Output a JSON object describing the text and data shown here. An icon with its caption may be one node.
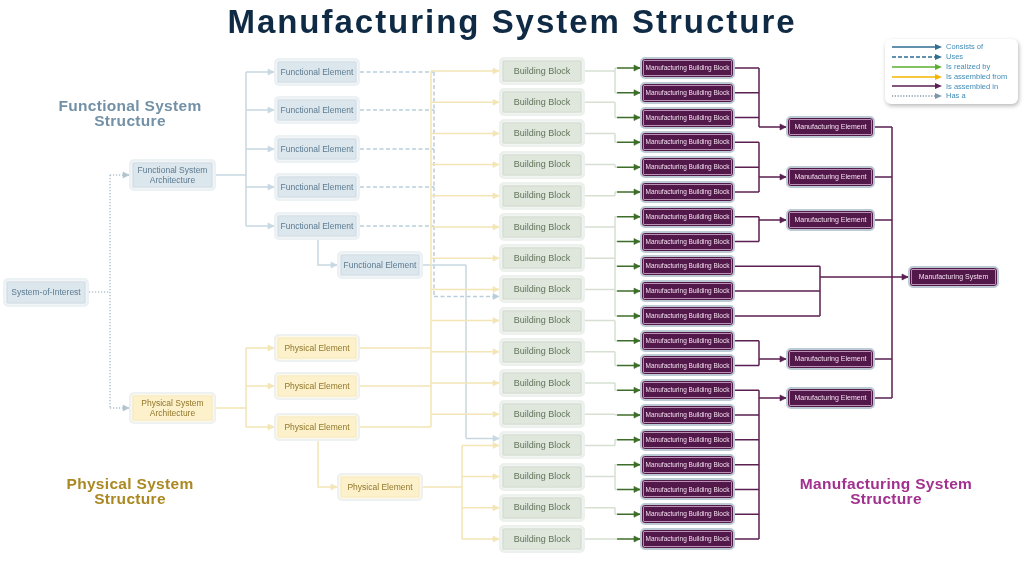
{
  "diagram": {
    "title": "Manufacturing System Structure",
    "nodes": [
      {
        "text": [
          "System-of-Interest"
        ]
      },
      {
        "text": [
          "Functional System Architecture"
        ]
      },
      {
        "text": [
          "Physical System Architecture"
        ]
      },
      {
        "text": [
          "Functional Element"
        ]
      },
      {
        "text": [
          "Functional Element"
        ]
      },
      {
        "text": [
          "Functional Element"
        ]
      },
      {
        "text": [
          "Functional Element"
        ]
      },
      {
        "text": [
          "Functional Element"
        ]
      },
      {
        "text": [
          "Functional Element"
        ]
      },
      {
        "text": [
          "Physical Element"
        ]
      },
      {
        "text": [
          "Physical Element"
        ]
      },
      {
        "text": [
          "Physical Element"
        ]
      },
      {
        "text": [
          "Physical Element"
        ]
      },
      {
        "text": [
          "Building Block"
        ]
      },
      {
        "text": [
          "Building Block"
        ]
      },
      {
        "text": [
          "Building Block"
        ]
      },
      {
        "text": [
          "Building Block"
        ]
      },
      {
        "text": [
          "Building Block"
        ]
      },
      {
        "text": [
          "Building Block"
        ]
      },
      {
        "text": [
          "Building Block"
        ]
      },
      {
        "text": [
          "Building Block"
        ]
      },
      {
        "text": [
          "Building Block"
        ]
      },
      {
        "text": [
          "Building Block"
        ]
      },
      {
        "text": [
          "Building Block"
        ]
      },
      {
        "text": [
          "Building Block"
        ]
      },
      {
        "text": [
          "Building Block"
        ]
      },
      {
        "text": [
          "Building Block"
        ]
      },
      {
        "text": [
          "Building Block"
        ]
      },
      {
        "text": [
          "Building Block"
        ]
      },
      {
        "text": [
          "Manufacturing Building Block"
        ]
      },
      {
        "text": [
          "Manufacturing Building Block"
        ]
      },
      {
        "text": [
          "Manufacturing Building Block"
        ]
      },
      {
        "text": [
          "Manufacturing Building Block"
        ]
      },
      {
        "text": [
          "Manufacturing Building Block"
        ]
      },
      {
        "text": [
          "Manufacturing Building Block"
        ]
      },
      {
        "text": [
          "Manufacturing Building Block"
        ]
      },
      {
        "text": [
          "Manufacturing Building Block"
        ]
      },
      {
        "text": [
          "Manufacturing Building Block"
        ]
      },
      {
        "text": [
          "Manufacturing Building Block"
        ]
      },
      {
        "text": [
          "Manufacturing Building Block"
        ]
      },
      {
        "text": [
          "Manufacturing Building Block"
        ]
      },
      {
        "text": [
          "Manufacturing Building Block"
        ]
      },
      {
        "text": [
          "Manufacturing Building Block"
        ]
      },
      {
        "text": [
          "Manufacturing Building Block"
        ]
      },
      {
        "text": [
          "Manufacturing Building Block"
        ]
      },
      {
        "text": [
          "Manufacturing Building Block"
        ]
      },
      {
        "text": [
          "Manufacturing Building Block"
        ]
      },
      {
        "text": [
          "Manufacturing Building Block"
        ]
      },
      {
        "text": [
          "Manufacturing Building Block"
        ]
      },
      {
        "text": [
          "Manufacturing Element"
        ]
      },
      {
        "text": [
          "Manufacturing Element"
        ]
      },
      {
        "text": [
          "Manufacturing Element"
        ]
      },
      {
        "text": [
          "Manufacturing Element"
        ]
      },
      {
        "text": [
          "Manufacturing Element"
        ]
      },
      {
        "text": [
          "Manufacturing System"
        ]
      }
    ],
    "edges": [
      {
        "from": 0,
        "to": 1,
        "arrow": "to",
        "style": "dashed",
        "color": "#b3c4cf"
      },
      {
        "from": 0,
        "to": 2,
        "arrow": "to",
        "style": "dashed",
        "color": "#b3c4cf"
      },
      {
        "from": 1,
        "to": 3,
        "arrow": "to",
        "color": "#c8d8e2"
      },
      {
        "from": 1,
        "to": 4,
        "arrow": "to",
        "color": "#c8d8e2"
      },
      {
        "from": 1,
        "to": 5,
        "arrow": "to",
        "color": "#c8d8e2"
      },
      {
        "from": 1,
        "to": 6,
        "arrow": "to",
        "color": "#c8d8e2"
      },
      {
        "from": 1,
        "to": 7,
        "arrow": "to",
        "color": "#c8d8e2"
      },
      {
        "from": 7,
        "to": 8,
        "arrow": "to",
        "color": "#c8d8e2"
      },
      {
        "from": 2,
        "to": 9,
        "arrow": "to"
      },
      {
        "from": 2,
        "to": 10,
        "arrow": "to"
      },
      {
        "from": 2,
        "to": 11,
        "arrow": "to"
      },
      {
        "from": 11,
        "to": 12,
        "arrow": "to"
      },
      {
        "from": 3,
        "to": 20,
        "arrow": "to",
        "style": "dashed",
        "color": "#b9cedb"
      },
      {
        "from": 4,
        "to": 20,
        "arrow": "to",
        "style": "dashed",
        "color": "#b9cedb"
      },
      {
        "from": 5,
        "to": 20,
        "arrow": "to",
        "style": "dashed",
        "color": "#b9cedb"
      },
      {
        "from": 6,
        "to": 20,
        "arrow": "to",
        "style": "dashed",
        "color": "#b9cedb"
      },
      {
        "from": 7,
        "to": 20,
        "arrow": "to",
        "style": "dashed",
        "color": "#b9cedb"
      },
      {
        "from": 8,
        "to": 25,
        "arrow": "to",
        "color": "#c8d8e2"
      },
      {
        "from": 9,
        "to": 13,
        "arrow": "to"
      },
      {
        "from": 9,
        "to": 14,
        "arrow": "to"
      },
      {
        "from": 9,
        "to": 15,
        "arrow": "to"
      },
      {
        "from": 9,
        "to": 16,
        "arrow": "to"
      },
      {
        "from": 9,
        "to": 17,
        "arrow": "to"
      },
      {
        "from": 9,
        "to": 18,
        "arrow": "to"
      },
      {
        "from": 9,
        "to": 19,
        "arrow": "to"
      },
      {
        "from": 9,
        "to": 20,
        "arrow": "to"
      },
      {
        "from": 9,
        "to": 21,
        "arrow": "to"
      },
      {
        "from": 9,
        "to": 22,
        "arrow": "to"
      },
      {
        "from": 9,
        "to": 23,
        "arrow": "to"
      },
      {
        "from": 9,
        "to": 24,
        "arrow": "to"
      },
      {
        "from": 10,
        "to": 13,
        "arrow": "to"
      },
      {
        "from": 10,
        "to": 14,
        "arrow": "to"
      },
      {
        "from": 10,
        "to": 15,
        "arrow": "to"
      },
      {
        "from": 10,
        "to": 16,
        "arrow": "to"
      },
      {
        "from": 10,
        "to": 17,
        "arrow": "to"
      },
      {
        "from": 10,
        "to": 18,
        "arrow": "to"
      },
      {
        "from": 10,
        "to": 19,
        "arrow": "to"
      },
      {
        "from": 10,
        "to": 20,
        "arrow": "to"
      },
      {
        "from": 10,
        "to": 21,
        "arrow": "to"
      },
      {
        "from": 10,
        "to": 22,
        "arrow": "to"
      },
      {
        "from": 10,
        "to": 23,
        "arrow": "to"
      },
      {
        "from": 10,
        "to": 24,
        "arrow": "to"
      },
      {
        "from": 11,
        "to": 13,
        "arrow": "to"
      },
      {
        "from": 11,
        "to": 14,
        "arrow": "to"
      },
      {
        "from": 11,
        "to": 15,
        "arrow": "to"
      },
      {
        "from": 11,
        "to": 16,
        "arrow": "to"
      },
      {
        "from": 11,
        "to": 17,
        "arrow": "to"
      },
      {
        "from": 11,
        "to": 18,
        "arrow": "to"
      },
      {
        "from": 11,
        "to": 19,
        "arrow": "to"
      },
      {
        "from": 11,
        "to": 20,
        "arrow": "to"
      },
      {
        "from": 11,
        "to": 21,
        "arrow": "to"
      },
      {
        "from": 11,
        "to": 22,
        "arrow": "to"
      },
      {
        "from": 11,
        "to": 23,
        "arrow": "to"
      },
      {
        "from": 11,
        "to": 24,
        "arrow": "to"
      },
      {
        "from": 12,
        "to": 25,
        "arrow": "to"
      },
      {
        "from": 12,
        "to": 26,
        "arrow": "to"
      },
      {
        "from": 12,
        "to": 27,
        "arrow": "to"
      },
      {
        "from": 12,
        "to": 28,
        "arrow": "to"
      },
      {
        "from": 13,
        "to": 29,
        "arrow": "to",
        "color": "#3d6e29"
      },
      {
        "from": 13,
        "to": 30,
        "arrow": "to",
        "color": "#3d6e29"
      },
      {
        "from": 14,
        "to": 31,
        "arrow": "to",
        "color": "#3d6e29"
      },
      {
        "from": 15,
        "to": 32,
        "arrow": "to",
        "color": "#3d6e29"
      },
      {
        "from": 16,
        "to": 33,
        "arrow": "to",
        "color": "#3d6e29"
      },
      {
        "from": 17,
        "to": 34,
        "arrow": "to",
        "color": "#3d6e29"
      },
      {
        "from": 18,
        "to": 35,
        "arrow": "to",
        "color": "#3d6e29"
      },
      {
        "from": 18,
        "to": 36,
        "arrow": "to",
        "color": "#3d6e29"
      },
      {
        "from": 18,
        "to": 37,
        "arrow": "to",
        "color": "#3d6e29"
      },
      {
        "from": 18,
        "to": 38,
        "arrow": "to",
        "color": "#3d6e29"
      },
      {
        "from": 18,
        "to": 39,
        "arrow": "to",
        "color": "#3d6e29"
      },
      {
        "from": 19,
        "to": 35,
        "arrow": "to",
        "color": "#3d6e29"
      },
      {
        "from": 19,
        "to": 36,
        "arrow": "to",
        "color": "#3d6e29"
      },
      {
        "from": 19,
        "to": 37,
        "arrow": "to",
        "color": "#3d6e29"
      },
      {
        "from": 19,
        "to": 38,
        "arrow": "to",
        "color": "#3d6e29"
      },
      {
        "from": 19,
        "to": 39,
        "arrow": "to",
        "color": "#3d6e29"
      },
      {
        "from": 20,
        "to": 35,
        "arrow": "to",
        "color": "#3d6e29"
      },
      {
        "from": 20,
        "to": 36,
        "arrow": "to",
        "color": "#3d6e29"
      },
      {
        "from": 20,
        "to": 37,
        "arrow": "to",
        "color": "#3d6e29"
      },
      {
        "from": 20,
        "to": 38,
        "arrow": "to",
        "color": "#3d6e29"
      },
      {
        "from": 20,
        "to": 39,
        "arrow": "to",
        "color": "#3d6e29"
      },
      {
        "from": 21,
        "to": 40,
        "arrow": "to",
        "color": "#3d6e29"
      },
      {
        "from": 22,
        "to": 41,
        "arrow": "to",
        "color": "#3d6e29"
      },
      {
        "from": 23,
        "to": 42,
        "arrow": "to",
        "color": "#3d6e29"
      },
      {
        "from": 24,
        "to": 43,
        "arrow": "to",
        "color": "#3d6e29"
      },
      {
        "from": 25,
        "to": 44,
        "arrow": "to",
        "color": "#3d6e29"
      },
      {
        "from": 26,
        "to": 45,
        "arrow": "to",
        "color": "#3d6e29"
      },
      {
        "from": 26,
        "to": 46,
        "arrow": "to",
        "color": "#3d6e29"
      },
      {
        "from": 27,
        "to": 47,
        "arrow": "to",
        "color": "#3d6e29"
      },
      {
        "from": 28,
        "to": 48,
        "arrow": "to",
        "color": "#3d6e29"
      },
      {
        "from": 29,
        "to": 49,
        "arrow": "to",
        "color": "#5b1f51"
      },
      {
        "from": 30,
        "to": 49,
        "arrow": "to",
        "color": "#5b1f51"
      },
      {
        "from": 31,
        "to": 49,
        "arrow": "to",
        "color": "#5b1f51"
      },
      {
        "from": 32,
        "to": 50,
        "arrow": "to",
        "color": "#5b1f51"
      },
      {
        "from": 33,
        "to": 50,
        "arrow": "to",
        "color": "#5b1f51"
      },
      {
        "from": 34,
        "to": 50,
        "arrow": "to",
        "color": "#5b1f51"
      },
      {
        "from": 35,
        "to": 51,
        "arrow": "to",
        "color": "#5b1f51"
      },
      {
        "from": 36,
        "to": 51,
        "arrow": "to",
        "color": "#5b1f51"
      },
      {
        "from": 37,
        "to": 54,
        "arrow": "to",
        "color": "#5b1f51"
      },
      {
        "from": 38,
        "to": 54,
        "arrow": "to",
        "color": "#5b1f51"
      },
      {
        "from": 39,
        "to": 54,
        "arrow": "to",
        "color": "#5b1f51"
      },
      {
        "from": 40,
        "to": 52,
        "arrow": "to",
        "color": "#5b1f51"
      },
      {
        "from": 41,
        "to": 52,
        "arrow": "to",
        "color": "#5b1f51"
      },
      {
        "from": 42,
        "to": 53,
        "arrow": "to",
        "color": "#5b1f51"
      },
      {
        "from": 43,
        "to": 53,
        "arrow": "to",
        "color": "#5b1f51"
      },
      {
        "from": 44,
        "to": 53,
        "arrow": "to",
        "color": "#5b1f51"
      },
      {
        "from": 45,
        "to": 53,
        "arrow": "to",
        "color": "#5b1f51"
      },
      {
        "from": 46,
        "to": 53,
        "arrow": "to",
        "color": "#5b1f51"
      },
      {
        "from": 47,
        "to": 53,
        "arrow": "to",
        "color": "#5b1f51"
      },
      {
        "from": 48,
        "to": 53,
        "arrow": "to",
        "color": "#5b1f51"
      },
      {
        "from": 49,
        "to": 54,
        "arrow": "to",
        "color": "#5b1f51"
      },
      {
        "from": 50,
        "to": 54,
        "arrow": "to",
        "color": "#5b1f51"
      },
      {
        "from": 51,
        "to": 54,
        "arrow": "to",
        "color": "#5b1f51"
      },
      {
        "from": 52,
        "to": 54,
        "arrow": "to",
        "color": "#5b1f51"
      },
      {
        "from": 53,
        "to": 54,
        "arrow": "to",
        "color": "#5b1f51"
      }
    ],
    "labels": [
      "Functional System Structure",
      "Physical System Structure",
      "Manufacturing System Structure"
    ],
    "legend": [
      {
        "text": "Consists of"
      },
      {
        "text": "Uses"
      },
      {
        "text": "Is realized by"
      },
      {
        "text": "Is assembled from"
      },
      {
        "text": "Is assembled in"
      },
      {
        "text": "Has a"
      }
    ]
  }
}
